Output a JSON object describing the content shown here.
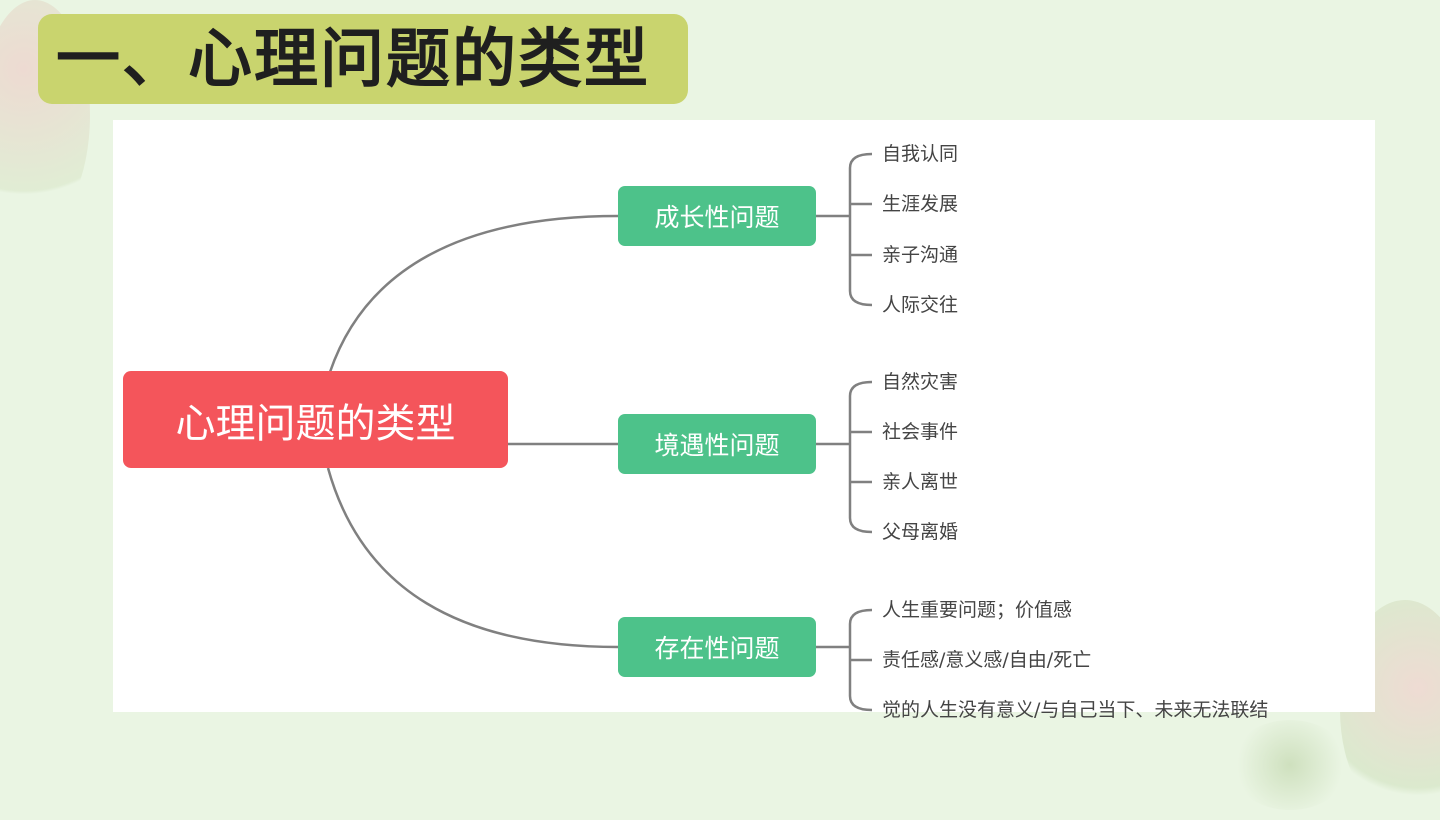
{
  "slide_title": "一、心理问题的类型",
  "mindmap": {
    "root": "心理问题的类型",
    "branches": [
      {
        "label": "成长性问题",
        "children": [
          "自我认同",
          "生涯发展",
          "亲子沟通",
          "人际交往"
        ]
      },
      {
        "label": "境遇性问题",
        "children": [
          "自然灾害",
          "社会事件",
          "亲人离世",
          "父母离婚"
        ]
      },
      {
        "label": "存在性问题",
        "children": [
          "人生重要问题；价值感",
          "责任感/意义感/自由/死亡",
          "觉的人生没有意义/与自己当下、未来无法联结"
        ]
      }
    ]
  },
  "colors": {
    "root": "#f4555b",
    "branch": "#4dc28a",
    "title_bar": "#c9d46e",
    "background": "#eaf5e3"
  }
}
